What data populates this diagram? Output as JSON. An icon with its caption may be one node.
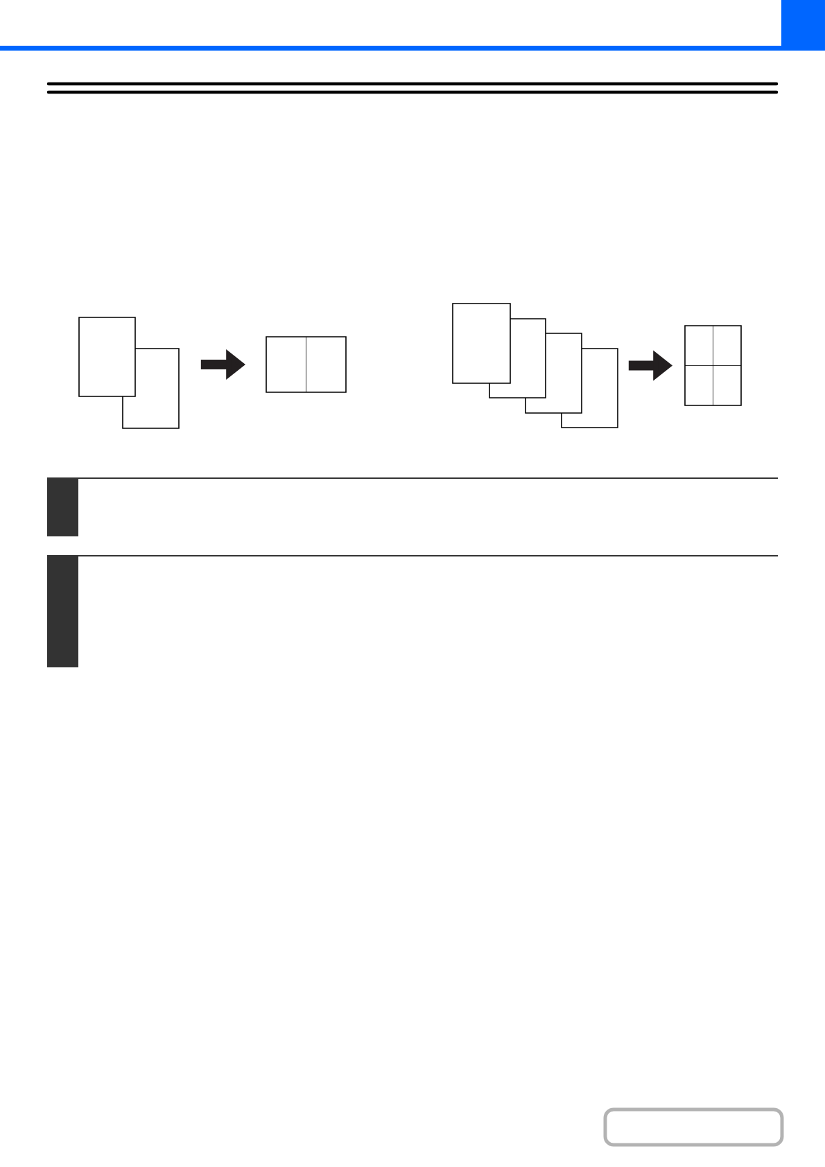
{
  "diagram": {
    "nodes": [
      {
        "text": [],
        "shape": "box"
      },
      {
        "text": [],
        "shape": "box"
      },
      {
        "text": [],
        "shape": "box"
      },
      {
        "text": [],
        "shape": "box"
      },
      {
        "text": [],
        "shape": "box"
      },
      {
        "text": [],
        "shape": "box"
      },
      {
        "text": [],
        "shape": "box"
      },
      {
        "text": [],
        "shape": "box"
      },
      {
        "text": [],
        "shape": "bar"
      },
      {
        "text": [],
        "shape": "bar"
      }
    ],
    "edges": [
      {
        "from": 1,
        "to": 2,
        "arrow": "to"
      },
      {
        "from": 6,
        "to": 7,
        "arrow": "to"
      }
    ]
  }
}
